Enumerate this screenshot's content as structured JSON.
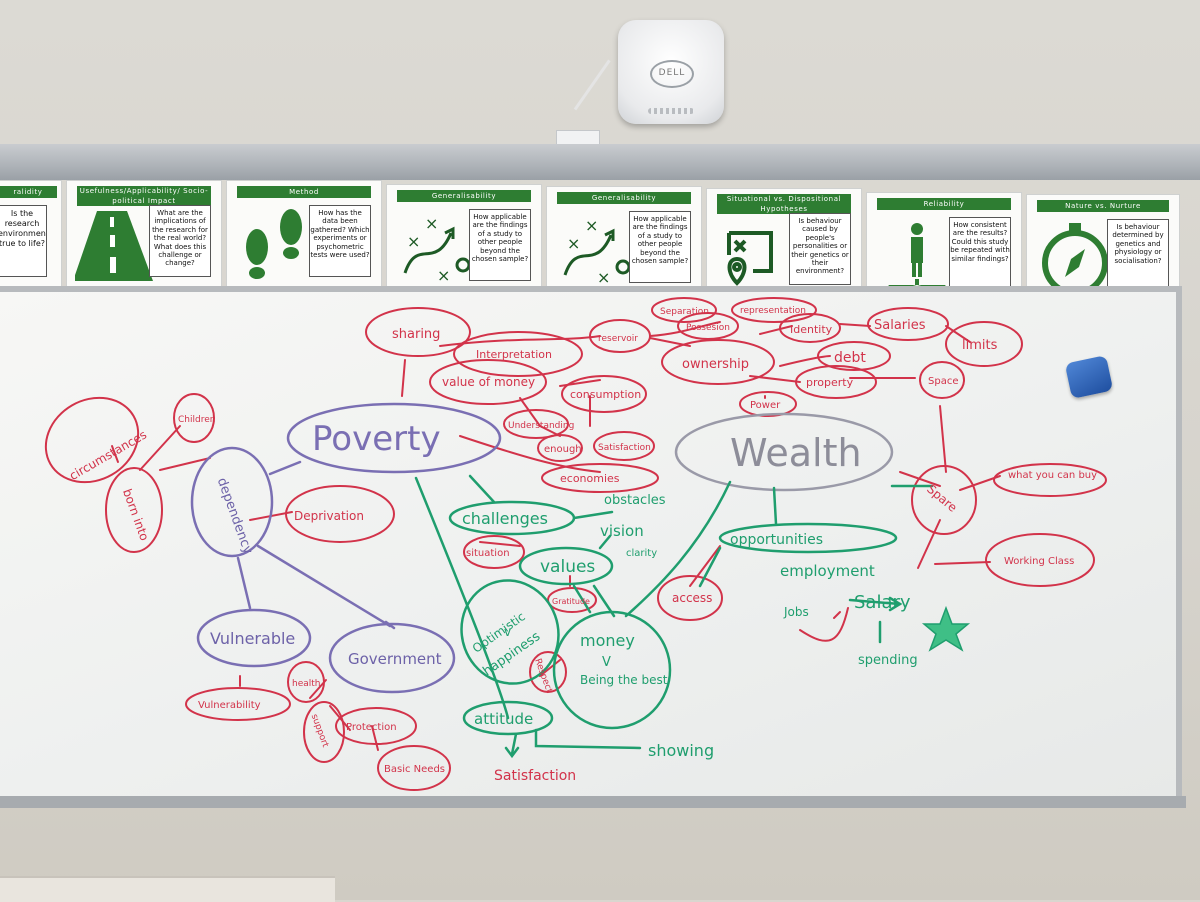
{
  "router": {
    "brand": "DELL"
  },
  "cards": [
    {
      "header": "ralidity",
      "text": "Is the research environment true to life?"
    },
    {
      "header": "Usefulness/Applicability/ Socio-political Impact",
      "text": "What are the implications of the research for the real world? What does this challenge or change?"
    },
    {
      "header": "Method",
      "text": "How has the data been gathered? Which experiments or psychometric tests were used?"
    },
    {
      "header": "Generalisability",
      "text": "How applicable are the findings of a study to other people beyond the chosen sample?"
    },
    {
      "header": "Generalisability",
      "text": "How applicable are the findings of a study to other people beyond the chosen sample?"
    },
    {
      "header": "Situational vs. Dispositional Hypotheses",
      "text": "Is behaviour caused by people's personalities or their genetics or their environment?"
    },
    {
      "header": "Reliability",
      "text": "How consistent are the results? Could this study be repeated with similar findings?"
    },
    {
      "header": "Nature vs. Nurture",
      "text": "Is behaviour determined by genetics and physiology or socialisation?"
    }
  ],
  "mindmap": {
    "center_left": "Poverty",
    "center_right": "Wealth",
    "red": {
      "sharing": "sharing",
      "reservoir": "reservoir",
      "separation": "Separation",
      "possession": "Possesion",
      "representation": "representation",
      "identity": "Identity",
      "salaries": "Salaries",
      "limits": "limits",
      "interpretation": "Interpretation",
      "value_of_money": "value of money",
      "consumption": "consumption",
      "ownership": "ownership",
      "debt": "debt",
      "property": "property",
      "space": "Space",
      "power": "Power",
      "understanding": "Understanding",
      "enough": "enough",
      "satisfaction_small": "Satisfaction",
      "economies": "economies",
      "children": "Children",
      "circumstances": "circumstances",
      "born_into": "born into",
      "deprivation": "Deprivation",
      "what_you_can_buy": "what you can buy",
      "spare": "Spare",
      "working_class": "Working Class",
      "situation": "situation",
      "gratitude": "Gratitude",
      "access": "access",
      "respect": "Respect",
      "health": "health",
      "vulnerability": "Vulnerability",
      "support": "support",
      "protection": "Protection",
      "basic_needs": "Basic Needs",
      "satisfaction_bottom": "Satisfaction"
    },
    "purple": {
      "dependency": "dependency",
      "vulnerable": "Vulnerable",
      "government": "Government"
    },
    "green": {
      "challenges": "challenges",
      "obstacles": "obstacles",
      "vision": "vision",
      "clarity": "clarity",
      "values": "values",
      "opportunities": "opportunities",
      "employment": "employment",
      "jobs": "Jobs",
      "salary": "Salary",
      "spending": "spending",
      "optimistic": "Optimistic",
      "v": "v",
      "happiness": "happiness",
      "money": "money",
      "v2": "V",
      "being_the_best": "Being the best",
      "attitude": "attitude",
      "showing": "showing"
    }
  },
  "colors": {
    "red": "#d2334a",
    "purple": "#7a6fb3",
    "green": "#1f9e6e",
    "card_green": "#2e7d32"
  }
}
